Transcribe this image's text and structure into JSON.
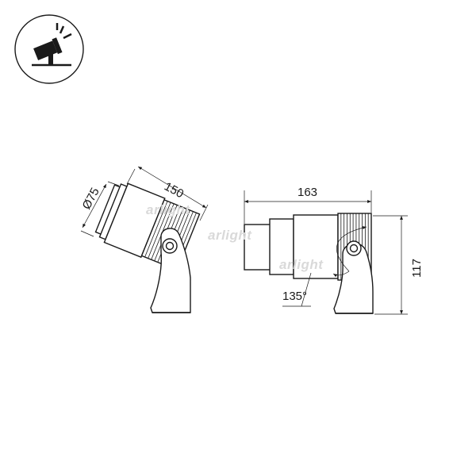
{
  "icon": {
    "name": "spotlight-ground-mount-icon"
  },
  "dimensions": {
    "diameter": "Ø75",
    "length_side": "150",
    "length_front": "163",
    "height": "117",
    "angle": "135°"
  },
  "watermark": {
    "text": "arlight"
  },
  "colors": {
    "line": "#1a1a1a",
    "watermark": "#d9d9d9",
    "background": "#ffffff"
  }
}
